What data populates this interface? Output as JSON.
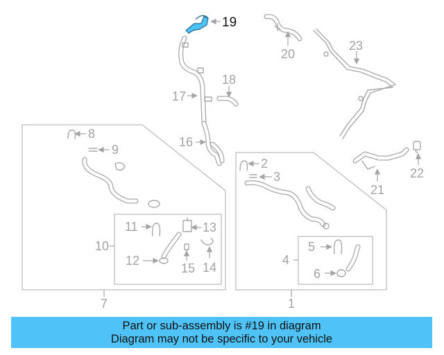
{
  "diagram": {
    "highlighted_part": "19",
    "callouts": {
      "c1": "1",
      "c2": "2",
      "c3": "3",
      "c4": "4",
      "c5": "5",
      "c6": "6",
      "c7": "7",
      "c8": "8",
      "c9": "9",
      "c10": "10",
      "c11": "11",
      "c12": "12",
      "c13": "13",
      "c14": "14",
      "c15": "15",
      "c16": "16",
      "c17": "17",
      "c18": "18",
      "c19": "19",
      "c20": "20",
      "c21": "21",
      "c22": "22",
      "c23": "23"
    },
    "colors": {
      "highlight": "#4fc3f7",
      "parts": "#a8a8a8",
      "banner": "#4fc3f7"
    }
  },
  "banner": {
    "line1": "Part or sub-assembly is #19 in diagram",
    "line2": "Diagram may not be specific to your vehicle"
  }
}
